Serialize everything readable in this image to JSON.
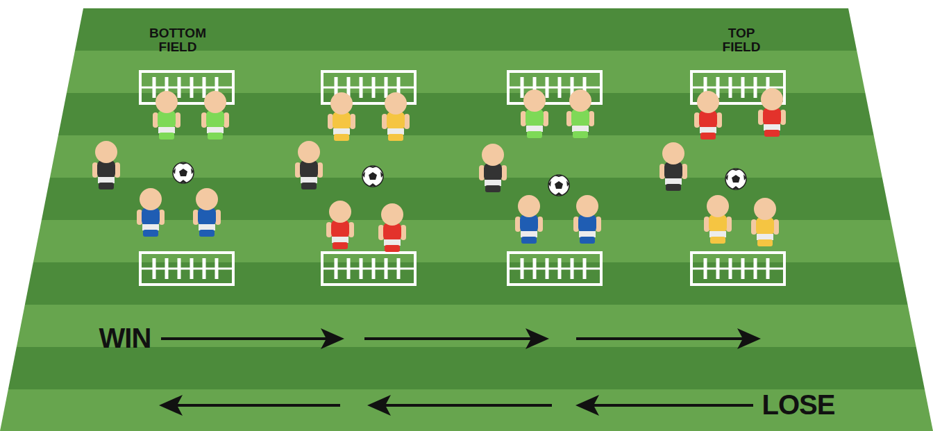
{
  "diagram": {
    "labels": [
      "BOTTOM FIELD",
      "TOP FIELD",
      "WIN",
      "LOSE"
    ]
  }
}
